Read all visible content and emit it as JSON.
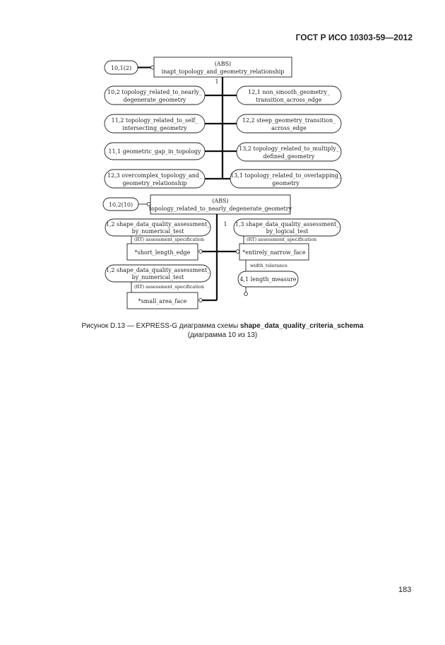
{
  "header": {
    "title": "ГОСТ Р ИСО 10303-59—2012"
  },
  "page": {
    "number": "183"
  },
  "caption": {
    "prefix": "Рисунок D.13 — EXPRESS-G диаграмма схемы ",
    "schema": "shape_data_quality_criteria_schema",
    "line2": "(диаграмма 10 из 13)"
  },
  "diagram1": {
    "ref": "10,1(2)",
    "entity_line1": "(ABS)",
    "entity_line2": "inapt_topology_and_geometry_relationship",
    "cardinality": "1",
    "left": [
      {
        "l1": "10,2  topology_related_to_nearly_",
        "l2": "degenerate_geometry"
      },
      {
        "l1": "11,2  topology_related_to_self_",
        "l2": "intersecting_geometry"
      },
      {
        "l1": "11,1  geometric_gap_in_topology",
        "l2": ""
      },
      {
        "l1": "12,3  overcomplex_topology_and_",
        "l2": "geometry_relationship"
      }
    ],
    "right": [
      {
        "l1": "12,1  non_smooth_geometry_",
        "l2": "transition_across_edge"
      },
      {
        "l1": "12,2  steep_geometry_transition_",
        "l2": "across_edge"
      },
      {
        "l1": "13,2  topology_related_to_multiply_",
        "l2": "defined_geometry"
      },
      {
        "l1": "13,1  topology_related_to_overlapping_",
        "l2": "geometry"
      }
    ]
  },
  "diagram2": {
    "ref": "10,2(10)",
    "entity_line1": "(ABS)",
    "entity_line2": "topology_related_to_nearly_degenerate_geometry",
    "cardinality": "1",
    "sdq_num1": {
      "l1": "1,2  shape_data_quality_assessment_",
      "l2": "by_numerical_test"
    },
    "sdq_log": {
      "l1": "1,3  shape_data_quality_assessment_",
      "l2": "by_logical_test"
    },
    "sdq_num2": {
      "l1": "1,2  shape_data_quality_assessment_",
      "l2": "by_numerical_test"
    },
    "rt_label": "(RT) assessment_specification",
    "short_edge": "*short_length_edge",
    "narrow_face": "*entirely_narrow_face",
    "small_face": "*small_area_face",
    "width_tolerance": "width_tolerance",
    "length_measure": "4,1  length_measure"
  }
}
